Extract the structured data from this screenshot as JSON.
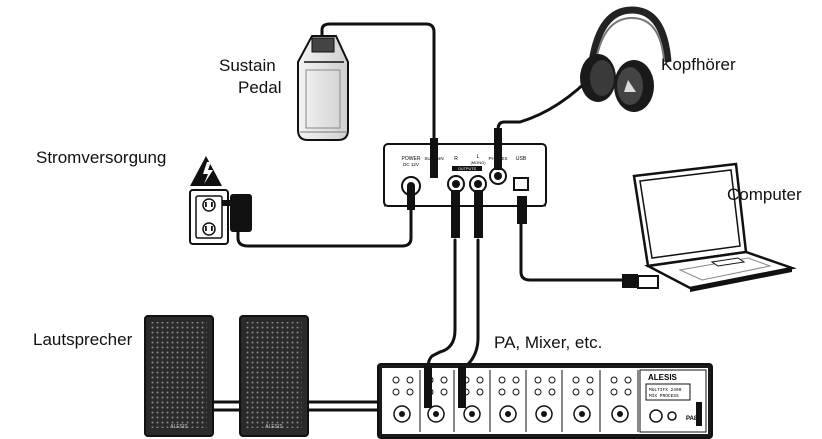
{
  "labels": {
    "sustain_line1": "Sustain",
    "sustain_line2": "Pedal",
    "headphones": "Kopfhörer",
    "power_supply": "Stromversorgung",
    "computer": "Computer",
    "speakers": "Lautsprecher",
    "pa_mixer": "PA, Mixer, etc."
  },
  "rear_panel": {
    "power_label": "POWER",
    "power_sub": "DC 12V",
    "sustain_jack": "SUSTAIN",
    "out_r": "R",
    "out_l": "L",
    "out_mono": "(MONO)",
    "outputs_header": "OUTPUTS",
    "phones_label": "PHONES",
    "usb_label": "USB"
  },
  "mixer": {
    "brand": "ALESIS",
    "display_line1": "MULTIFX 2400",
    "display_line2": "MIX PROCESS",
    "model": "PA8G"
  },
  "speaker_brand": "ALESIS",
  "colors": {
    "ink": "#111111",
    "speaker_body": "#2a2a2a",
    "warning": "#111111"
  },
  "icons": {
    "warning": "lightning-warning-icon",
    "outlet": "wall-outlet-icon",
    "adapter": "power-adapter-icon"
  }
}
